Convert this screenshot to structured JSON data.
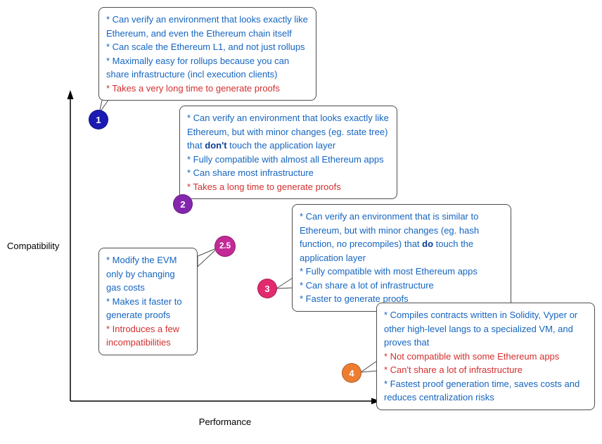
{
  "axes": {
    "y_label": "Compatibility",
    "x_label": "Performance"
  },
  "colors": {
    "positive": "#1565c0",
    "negative": "#d32f2f",
    "axis": "#000000",
    "callout_border": "#4d4d4d"
  },
  "points": [
    {
      "label": "1",
      "color": "#1b1bb3"
    },
    {
      "label": "2",
      "color": "#8426ad"
    },
    {
      "label": "2.5",
      "color": "#c32a96"
    },
    {
      "label": "3",
      "color": "#e22a6e"
    },
    {
      "label": "4",
      "color": "#ed7d31"
    }
  ],
  "callouts": {
    "type1": {
      "line1": "* Can verify an environment that looks exactly like Ethereum, and even the Ethereum chain itself",
      "line2": "* Can scale the Ethereum L1, and not just rollups",
      "line3": "* Maximally easy for rollups because you can share infrastructure (incl execution clients)",
      "line4": "* Takes a very long time to generate proofs"
    },
    "type2": {
      "line1_pre": "* Can verify an environment that looks exactly like Ethereum, but with minor changes (eg. state tree) that ",
      "line1_bold": "don't",
      "line1_post": " touch the application layer",
      "line2": "* Fully compatible with almost all Ethereum apps",
      "line3": "* Can share most infrastructure",
      "line4": "* Takes a long time to generate proofs"
    },
    "type25": {
      "line1": "* Modify the EVM only by changing gas costs",
      "line2": "* Makes it faster to generate proofs",
      "line3": "* Introduces a few incompatibilities"
    },
    "type3": {
      "line1_pre": "* Can verify an environment that is similar to Ethereum, but with minor changes (eg. hash function, no precompiles) that ",
      "line1_bold": "do",
      "line1_post": " touch the application layer",
      "line2": "* Fully compatible with most Ethereum apps",
      "line3": "* Can share a lot of infrastructure",
      "line4": "* Faster to generate proofs"
    },
    "type4": {
      "line1": "* Compiles contracts written in Solidity, Vyper or other high-level langs to a specialized VM, and proves that",
      "line2": "* Not compatible with some Ethereum apps",
      "line3": "* Can't share a lot of infrastructure",
      "line4": "* Fastest proof generation time, saves costs and reduces centralization risks"
    }
  }
}
